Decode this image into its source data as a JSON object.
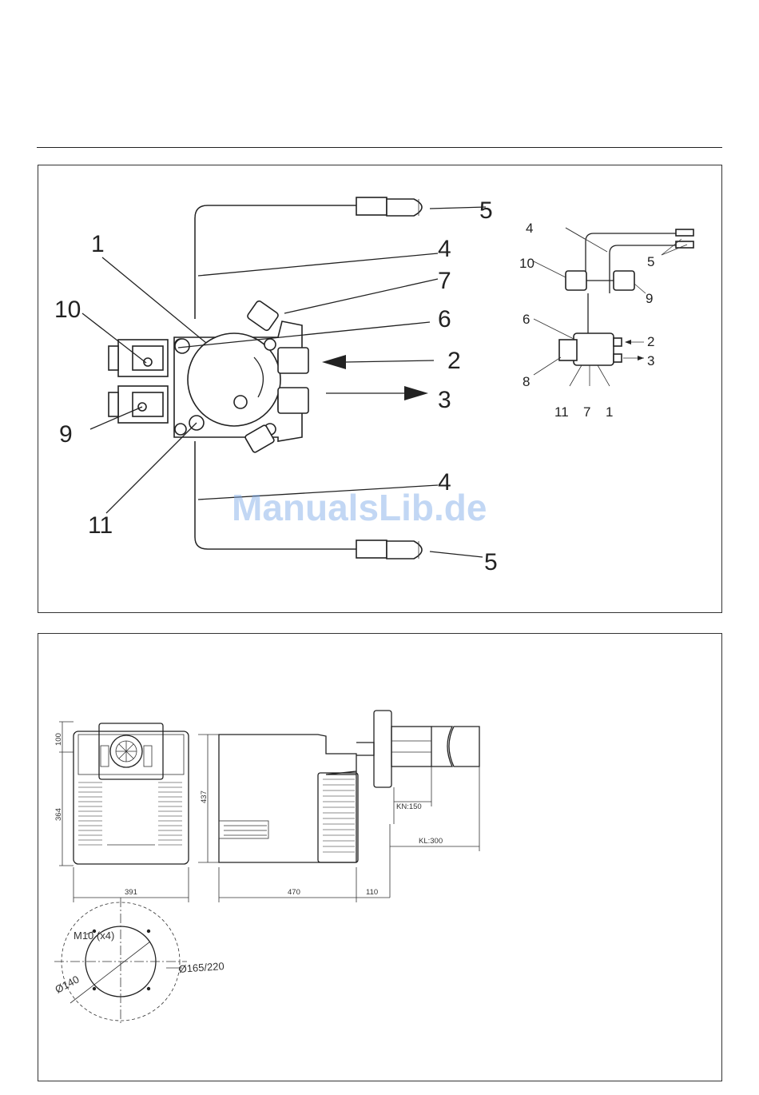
{
  "pump_diagram": {
    "callouts": [
      "1",
      "2",
      "3",
      "4",
      "4",
      "5",
      "5",
      "6",
      "7",
      "9",
      "10",
      "11"
    ],
    "inset_callouts": [
      "1",
      "2",
      "3",
      "4",
      "5",
      "6",
      "7",
      "8",
      "9",
      "10",
      "11"
    ]
  },
  "watermark": "ManualsLib.de",
  "dimensions": {
    "front_height_top": "100",
    "front_height_bottom": "364",
    "front_width": "391",
    "side_height": "437",
    "side_length": "470",
    "flange_length": "110",
    "kn": "KN:150",
    "kl": "KL:300"
  },
  "flange": {
    "bolts": "M10 (x4)",
    "inner_dia": "Ø140",
    "outer_dia": "Ø165/220"
  }
}
